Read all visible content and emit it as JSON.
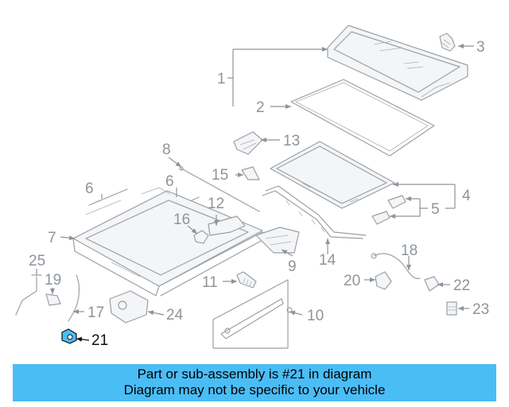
{
  "callouts": {
    "c1": "1",
    "c2": "2",
    "c3": "3",
    "c4": "4",
    "c5": "5",
    "c6a": "6",
    "c6b": "6",
    "c7": "7",
    "c8": "8",
    "c9": "9",
    "c10": "10",
    "c11": "11",
    "c12": "12",
    "c13": "13",
    "c14": "14",
    "c15": "15",
    "c16": "16",
    "c17": "17",
    "c18": "18",
    "c19": "19",
    "c20": "20",
    "c21": "21",
    "c22": "22",
    "c23": "23",
    "c24": "24",
    "c25": "25"
  },
  "highlight": {
    "part_number": "21",
    "color": "#4bbdf5"
  },
  "banner": {
    "line1": "Part or sub-assembly is #21 in diagram",
    "line2": "Diagram may not be specific to your vehicle",
    "background": "#4bbdf5"
  }
}
